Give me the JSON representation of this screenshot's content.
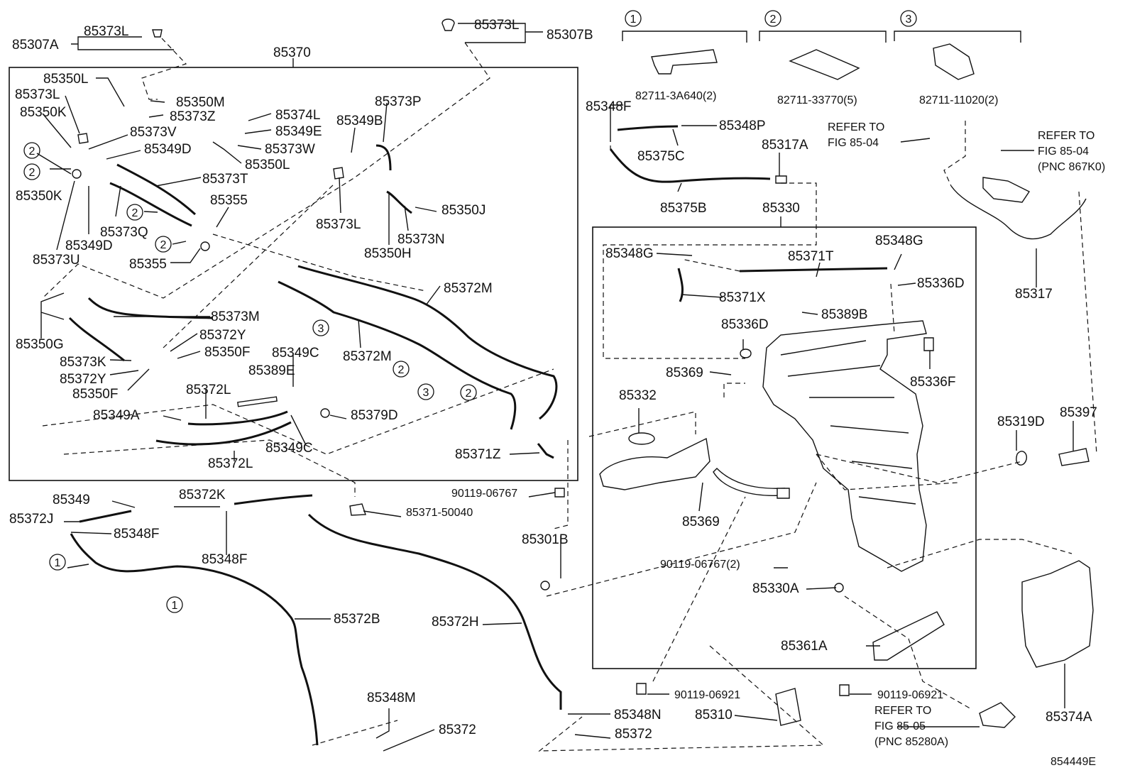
{
  "diagram_id": "854449E",
  "callouts": {
    "one": "1",
    "two": "2",
    "three": "3"
  },
  "legend": [
    {
      "marker": "1",
      "part": "82711-3A640(2)"
    },
    {
      "marker": "2",
      "part": "82711-33770(5)"
    },
    {
      "marker": "3",
      "part": "82711-11020(2)"
    }
  ],
  "refer": {
    "fig0504_a": [
      "REFER TO",
      "FIG 85-04"
    ],
    "fig0504_b": [
      "REFER TO",
      "FIG 85-04",
      "(PNC 867K0)"
    ],
    "fig0505": [
      "REFER TO",
      "FIG 85-05",
      "(PNC 85280A)"
    ]
  },
  "labels": {
    "p85307A": "85307A",
    "p85373L_a": "85373L",
    "p85370": "85370",
    "p85373L_b": "85373L",
    "p85307B": "85307B",
    "p85350L_a": "85350L",
    "p85373L_c": "85373L",
    "p85350M": "85350M",
    "p85350K_a": "85350K",
    "p85373Z": "85373Z",
    "p85374L": "85374L",
    "p85373V": "85373V",
    "p85349E": "85349E",
    "p85349B": "85349B",
    "p85373P": "85373P",
    "p85349D_a": "85349D",
    "p85373W": "85373W",
    "p85350L_b": "85350L",
    "p85373T": "85373T",
    "p85350K_b": "85350K",
    "p85355_a": "85355",
    "p85373L_d": "85373L",
    "p85350J": "85350J",
    "p85373Q": "85373Q",
    "p85349D_b": "85349D",
    "p85373N": "85373N",
    "p85373U": "85373U",
    "p85355_b": "85355",
    "p85350H": "85350H",
    "p85372M_a": "85372M",
    "p85373M": "85373M",
    "p85350G": "85350G",
    "p85372Y_a": "85372Y",
    "p85350F_a": "85350F",
    "p85349C_a": "85349C",
    "p85372M_b": "85372M",
    "p85373K": "85373K",
    "p85389E": "85389E",
    "p85372Y_b": "85372Y",
    "p85350F_b": "85350F",
    "p85372L_a": "85372L",
    "p85349A": "85349A",
    "p85379D": "85379D",
    "p85349C_b": "85349C",
    "p85372L_b": "85372L",
    "p85371Z": "85371Z",
    "p85349": "85349",
    "p85372K": "85372K",
    "p90119_06767_a": "90119-06767",
    "p85372J": "85372J",
    "p85348F_a": "85348F",
    "p85371_50040": "85371-50040",
    "p85348F_b": "85348F",
    "p85301B": "85301B",
    "p85372B": "85372B",
    "p85372H": "85372H",
    "p85348M": "85348M",
    "p85372_a": "85372",
    "p85348N": "85348N",
    "p85372_b": "85372",
    "p85310": "85310",
    "p90119_06921_a": "90119-06921",
    "p90119_06921_b": "90119-06921",
    "p85348F_c": "85348F",
    "p85348P": "85348P",
    "p85375C": "85375C",
    "p85317A": "85317A",
    "p85375B": "85375B",
    "p85330": "85330",
    "p85348G_a": "85348G",
    "p85348G_b": "85348G",
    "p85371T": "85371T",
    "p85336D_a": "85336D",
    "p85371X": "85371X",
    "p85389B": "85389B",
    "p85336D_b": "85336D",
    "p85369_a": "85369",
    "p85336F": "85336F",
    "p85332": "85332",
    "p85369_b": "85369",
    "p90119_06767_b": "90119-06767(2)",
    "p85330A": "85330A",
    "p85361A": "85361A",
    "p85317": "85317",
    "p85319D": "85319D",
    "p85397": "85397",
    "p85374A": "85374A"
  }
}
